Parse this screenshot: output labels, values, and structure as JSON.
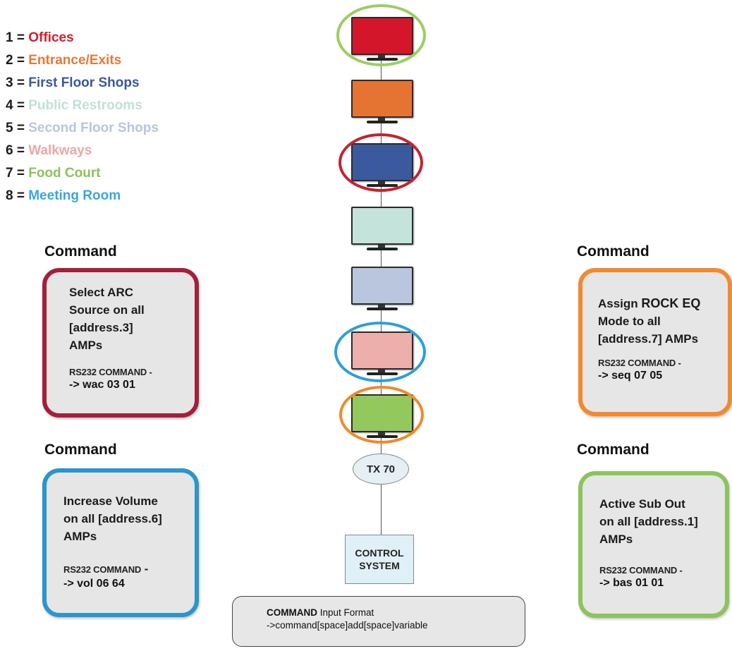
{
  "legend": [
    {
      "num": "1",
      "eq": " = ",
      "label": "Offices",
      "color": "#d0202e"
    },
    {
      "num": "2",
      "eq": " = ",
      "label": "Entrance/Exits",
      "color": "#e27a3a"
    },
    {
      "num": "3",
      "eq": " = ",
      "label": "First Floor Shops",
      "color": "#3a56a0"
    },
    {
      "num": "4",
      "eq": " = ",
      "label": "Public Restrooms",
      "color": "#bfe1d6"
    },
    {
      "num": "5",
      "eq": " = ",
      "label": "Second Floor Shops",
      "color": "#b8c5de"
    },
    {
      "num": "6",
      "eq": " = ",
      "label": "Walkways",
      "color": "#eaa8a8"
    },
    {
      "num": "7",
      "eq": " = ",
      "label": "Food Court",
      "color": "#8bc25a"
    },
    {
      "num": "8",
      "eq": " = ",
      "label": "Meeting Room",
      "color": "#3aa7dc"
    }
  ],
  "chain": {
    "screens": [
      "#d4162a",
      "#e57432",
      "#3b5a9e",
      "#c4e3db",
      "#b9c6de",
      "#ecafab",
      "#93c85c"
    ],
    "rings": {
      "red": "#c8202f",
      "green": "#9bcd62",
      "blue": "#2d9fd8",
      "orange": "#f08a2a"
    },
    "tx_label": "TX 70",
    "control_label": "CONTROL SYSTEM"
  },
  "format": {
    "title_bold": "COMMAND",
    "title_rest": " Input Format",
    "syntax": "->command[space]add[space]variable"
  },
  "commands": {
    "top_left": {
      "heading": "Command",
      "line1": "Select ARC",
      "line2": "Source on all",
      "line3": "[address.3]",
      "line4": "AMPs",
      "label": "RS232 COMMAND -",
      "code": "-> wac 03 01",
      "border": "#a41f3a"
    },
    "bottom_left": {
      "heading": "Command",
      "line1": "Increase Volume",
      "line2": "on all [address.6]",
      "line3": "AMPs",
      "label": "RS232 COMMAND",
      "label_dash": " -",
      "code": "-> vol 06 64",
      "border": "#2a95cf"
    },
    "top_right": {
      "heading": "Command",
      "line1a": "Assign ",
      "line1b": "ROCK EQ",
      "line2": "Mode to all",
      "line3": "[address.7] AMPs",
      "label": "RS232 COMMAND -",
      "code": "-> seq 07 05",
      "border": "#f3892e"
    },
    "bottom_right": {
      "heading": "Command",
      "line1": "Active Sub Out",
      "line2": "on all [address.1]",
      "line3": "AMPs",
      "label": "RS232 COMMAND -",
      "code": "-> bas 01 01",
      "border": "#8cc45b"
    }
  }
}
